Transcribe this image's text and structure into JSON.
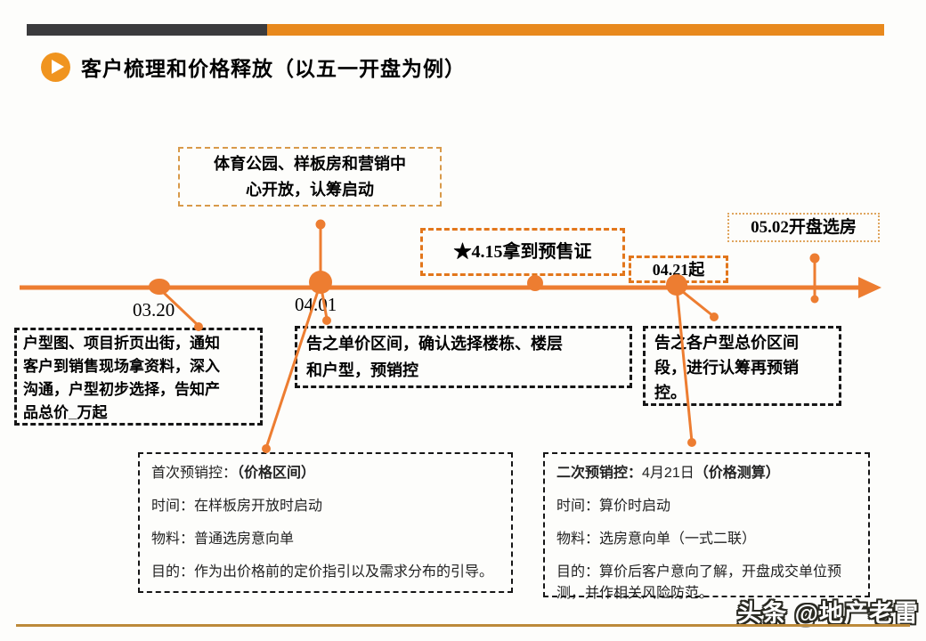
{
  "header": {
    "title": "客户梳理和价格释放（以五一开盘为例）",
    "play_icon": "play-icon",
    "bar_dark_color": "#3B3B3D",
    "bar_orange_color": "#E8891D"
  },
  "timeline": {
    "accent_color": "#ED7D31",
    "date_labels": {
      "d0320": "03.20",
      "d0401": "04.01"
    },
    "callouts": {
      "park_open": {
        "lines": [
          "体育公园、样板房和营销中",
          "心开放，认筹启动"
        ]
      },
      "presale_cert": "★4.15拿到预售证",
      "from_0421": "04.21起",
      "opening": "05.02开盘选房"
    }
  },
  "action_boxes": {
    "left": {
      "lines": [
        "户型图、项目折页出街，通知",
        "客户到销售现场拿资料，深入",
        "沟通，户型初步选择，告知产",
        "品总价_万起"
      ]
    },
    "middle": {
      "lines": [
        "告之单价区间，确认选择楼栋、楼层",
        "和户型，预销控"
      ]
    },
    "right": {
      "lines": [
        "告之各户型总价区间",
        "段，进行认筹再预销",
        "控。"
      ]
    }
  },
  "detail_boxes": {
    "first": {
      "heading_name": "首次预销控：",
      "heading_date": "",
      "heading_paren": "（价格区间）",
      "rows": [
        "时间：在样板房开放时启动",
        "物料：普通选房意向单",
        "目的：作为出价格前的定价指引以及需求分布的引导。"
      ]
    },
    "second": {
      "heading_name": "二次预销控：",
      "heading_date": "4月21日",
      "heading_paren": "（价格测算）",
      "rows": [
        "时间：算价时启动",
        "物料：选房意向单（一式二联）",
        "目的：算价后客户意向了解，开盘成交单位预测，并作相关风险防范。"
      ]
    }
  },
  "footer": {
    "watermark": "头条 @地产老雷",
    "rule_color": "#BC8A3A"
  }
}
